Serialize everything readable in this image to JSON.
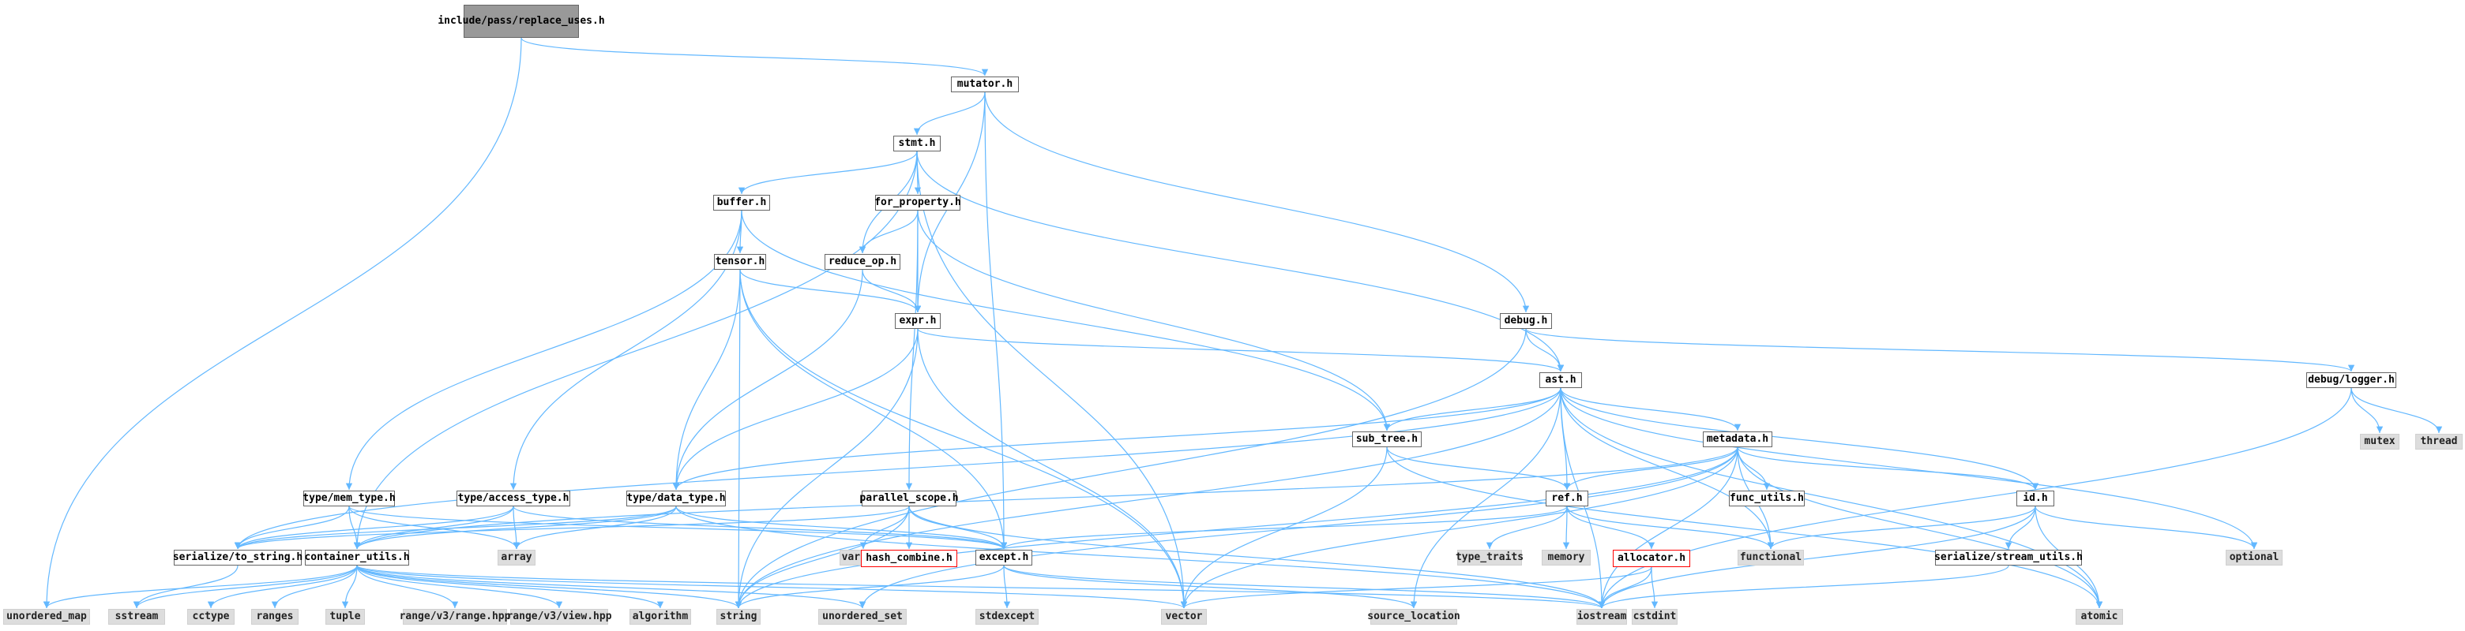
{
  "colors": {
    "edge": "#63b8ff",
    "node_border": "#666666",
    "root_fill": "#999999",
    "system_fill": "#dddddd",
    "warn_border": "#ff0000"
  },
  "nodes": {
    "root": "include/pass/replace_uses.h",
    "mutator": "mutator.h",
    "stmt": "stmt.h",
    "buffer": "buffer.h",
    "for_property": "for_property.h",
    "tensor": "tensor.h",
    "reduce_op": "reduce_op.h",
    "expr": "expr.h",
    "debug": "debug.h",
    "ast": "ast.h",
    "debug_logger": "debug/logger.h",
    "sub_tree": "sub_tree.h",
    "metadata": "metadata.h",
    "mutex": "mutex",
    "thread": "thread",
    "type_mem_type": "type/mem_type.h",
    "type_access_type": "type/access_type.h",
    "type_data_type": "type/data_type.h",
    "parallel_scope": "parallel_scope.h",
    "ref": "ref.h",
    "func_utils": "func_utils.h",
    "id": "id.h",
    "serialize_to_string": "serialize/to_string.h",
    "container_utils": "container_utils.h",
    "array": "array",
    "variant": "variant",
    "hash_combine": "hash_combine.h",
    "except": "except.h",
    "type_traits": "type_traits",
    "memory": "memory",
    "allocator": "allocator.h",
    "functional": "functional",
    "serialize_stream_utils": "serialize/stream_utils.h",
    "optional": "optional",
    "unordered_map": "unordered_map",
    "sstream": "sstream",
    "cctype": "cctype",
    "ranges": "ranges",
    "tuple": "tuple",
    "range_v3_range": "range/v3/range.hpp",
    "range_v3_view": "range/v3/view.hpp",
    "algorithm": "algorithm",
    "string": "string",
    "unordered_set": "unordered_set",
    "stdexcept": "stdexcept",
    "vector": "vector",
    "source_location": "source_location",
    "cstdint": "cstdint",
    "iostream": "iostream",
    "atomic": "atomic"
  },
  "edges": [
    [
      "root",
      "unordered_map"
    ],
    [
      "root",
      "mutator"
    ],
    [
      "mutator",
      "stmt"
    ],
    [
      "mutator",
      "expr"
    ],
    [
      "mutator",
      "debug"
    ],
    [
      "mutator",
      "except"
    ],
    [
      "stmt",
      "buffer"
    ],
    [
      "stmt",
      "for_property"
    ],
    [
      "stmt",
      "reduce_op"
    ],
    [
      "stmt",
      "ast"
    ],
    [
      "stmt",
      "container_utils"
    ],
    [
      "stmt",
      "vector"
    ],
    [
      "buffer",
      "tensor"
    ],
    [
      "buffer",
      "type_access_type"
    ],
    [
      "buffer",
      "type_mem_type"
    ],
    [
      "buffer",
      "sub_tree"
    ],
    [
      "for_property",
      "reduce_op"
    ],
    [
      "for_property",
      "expr"
    ],
    [
      "for_property",
      "parallel_scope"
    ],
    [
      "for_property",
      "sub_tree"
    ],
    [
      "tensor",
      "expr"
    ],
    [
      "tensor",
      "type_data_type"
    ],
    [
      "tensor",
      "string"
    ],
    [
      "tensor",
      "vector"
    ],
    [
      "tensor",
      "except"
    ],
    [
      "reduce_op",
      "expr"
    ],
    [
      "reduce_op",
      "type_data_type"
    ],
    [
      "expr",
      "ast"
    ],
    [
      "expr",
      "type_data_type"
    ],
    [
      "expr",
      "string"
    ],
    [
      "expr",
      "vector"
    ],
    [
      "debug",
      "ast"
    ],
    [
      "debug",
      "debug_logger"
    ],
    [
      "debug",
      "string"
    ],
    [
      "ast",
      "sub_tree"
    ],
    [
      "ast",
      "metadata"
    ],
    [
      "ast",
      "ref"
    ],
    [
      "ast",
      "id"
    ],
    [
      "ast",
      "type_data_type"
    ],
    [
      "ast",
      "serialize_to_string"
    ],
    [
      "ast",
      "functional"
    ],
    [
      "ast",
      "source_location"
    ],
    [
      "ast",
      "optional"
    ],
    [
      "ast",
      "iostream"
    ],
    [
      "ast",
      "atomic"
    ],
    [
      "ast",
      "string"
    ],
    [
      "debug_logger",
      "mutex"
    ],
    [
      "debug_logger",
      "thread"
    ],
    [
      "debug_logger",
      "iostream"
    ],
    [
      "sub_tree",
      "ref"
    ],
    [
      "sub_tree",
      "vector"
    ],
    [
      "sub_tree",
      "atomic"
    ],
    [
      "metadata",
      "id"
    ],
    [
      "metadata",
      "ref"
    ],
    [
      "metadata",
      "func_utils"
    ],
    [
      "metadata",
      "functional"
    ],
    [
      "metadata",
      "iostream"
    ],
    [
      "metadata",
      "container_utils"
    ],
    [
      "metadata",
      "vector"
    ],
    [
      "metadata",
      "unordered_set"
    ],
    [
      "metadata",
      "atomic"
    ],
    [
      "metadata",
      "string"
    ],
    [
      "type_mem_type",
      "serialize_to_string"
    ],
    [
      "type_mem_type",
      "container_utils"
    ],
    [
      "type_mem_type",
      "array"
    ],
    [
      "type_mem_type",
      "except"
    ],
    [
      "type_access_type",
      "serialize_to_string"
    ],
    [
      "type_access_type",
      "container_utils"
    ],
    [
      "type_access_type",
      "array"
    ],
    [
      "type_access_type",
      "except"
    ],
    [
      "type_data_type",
      "serialize_to_string"
    ],
    [
      "type_data_type",
      "container_utils"
    ],
    [
      "type_data_type",
      "except"
    ],
    [
      "type_data_type",
      "array"
    ],
    [
      "type_data_type",
      "iostream"
    ],
    [
      "parallel_scope",
      "variant"
    ],
    [
      "parallel_scope",
      "hash_combine"
    ],
    [
      "parallel_scope",
      "except"
    ],
    [
      "parallel_scope",
      "serialize_to_string"
    ],
    [
      "parallel_scope",
      "string"
    ],
    [
      "parallel_scope",
      "iostream"
    ],
    [
      "ref",
      "except"
    ],
    [
      "ref",
      "type_traits"
    ],
    [
      "ref",
      "memory"
    ],
    [
      "ref",
      "allocator"
    ],
    [
      "ref",
      "functional"
    ],
    [
      "id",
      "functional"
    ],
    [
      "id",
      "optional"
    ],
    [
      "id",
      "serialize_stream_utils"
    ],
    [
      "id",
      "atomic"
    ],
    [
      "id",
      "iostream"
    ],
    [
      "allocator",
      "cstdint"
    ],
    [
      "allocator",
      "vector"
    ],
    [
      "allocator",
      "iostream"
    ],
    [
      "serialize_stream_utils",
      "iostream"
    ],
    [
      "serialize_to_string",
      "sstream"
    ],
    [
      "container_utils",
      "unordered_map"
    ],
    [
      "container_utils",
      "sstream"
    ],
    [
      "container_utils",
      "cctype"
    ],
    [
      "container_utils",
      "ranges"
    ],
    [
      "container_utils",
      "tuple"
    ],
    [
      "container_utils",
      "range_v3_range"
    ],
    [
      "container_utils",
      "range_v3_view"
    ],
    [
      "container_utils",
      "algorithm"
    ],
    [
      "container_utils",
      "string"
    ],
    [
      "container_utils",
      "unordered_set"
    ],
    [
      "container_utils",
      "vector"
    ],
    [
      "container_utils",
      "iostream"
    ],
    [
      "except",
      "stdexcept"
    ],
    [
      "except",
      "string"
    ],
    [
      "except",
      "source_location"
    ],
    [
      "except",
      "iostream"
    ]
  ]
}
